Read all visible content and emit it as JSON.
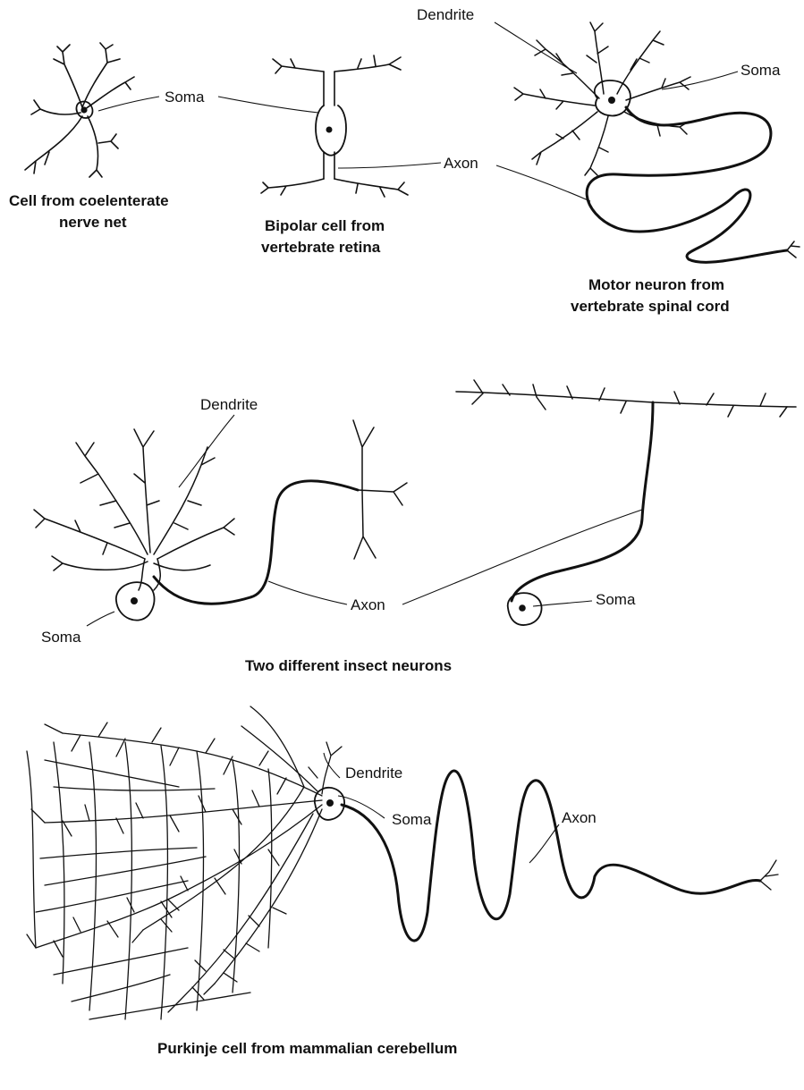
{
  "labels": {
    "dendrite": "Dendrite",
    "soma": "Soma",
    "axon": "Axon"
  },
  "captions": {
    "coelenterate_1": "Cell from coelenterate",
    "coelenterate_2": "nerve net",
    "bipolar_1": "Bipolar cell from",
    "bipolar_2": "vertebrate retina",
    "motor_1": "Motor neuron from",
    "motor_2": "vertebrate spinal cord",
    "insect": "Two different insect neurons",
    "purkinje": "Purkinje cell from mammalian cerebellum"
  },
  "colors": {
    "ink": "#111111",
    "background": "#ffffff"
  }
}
